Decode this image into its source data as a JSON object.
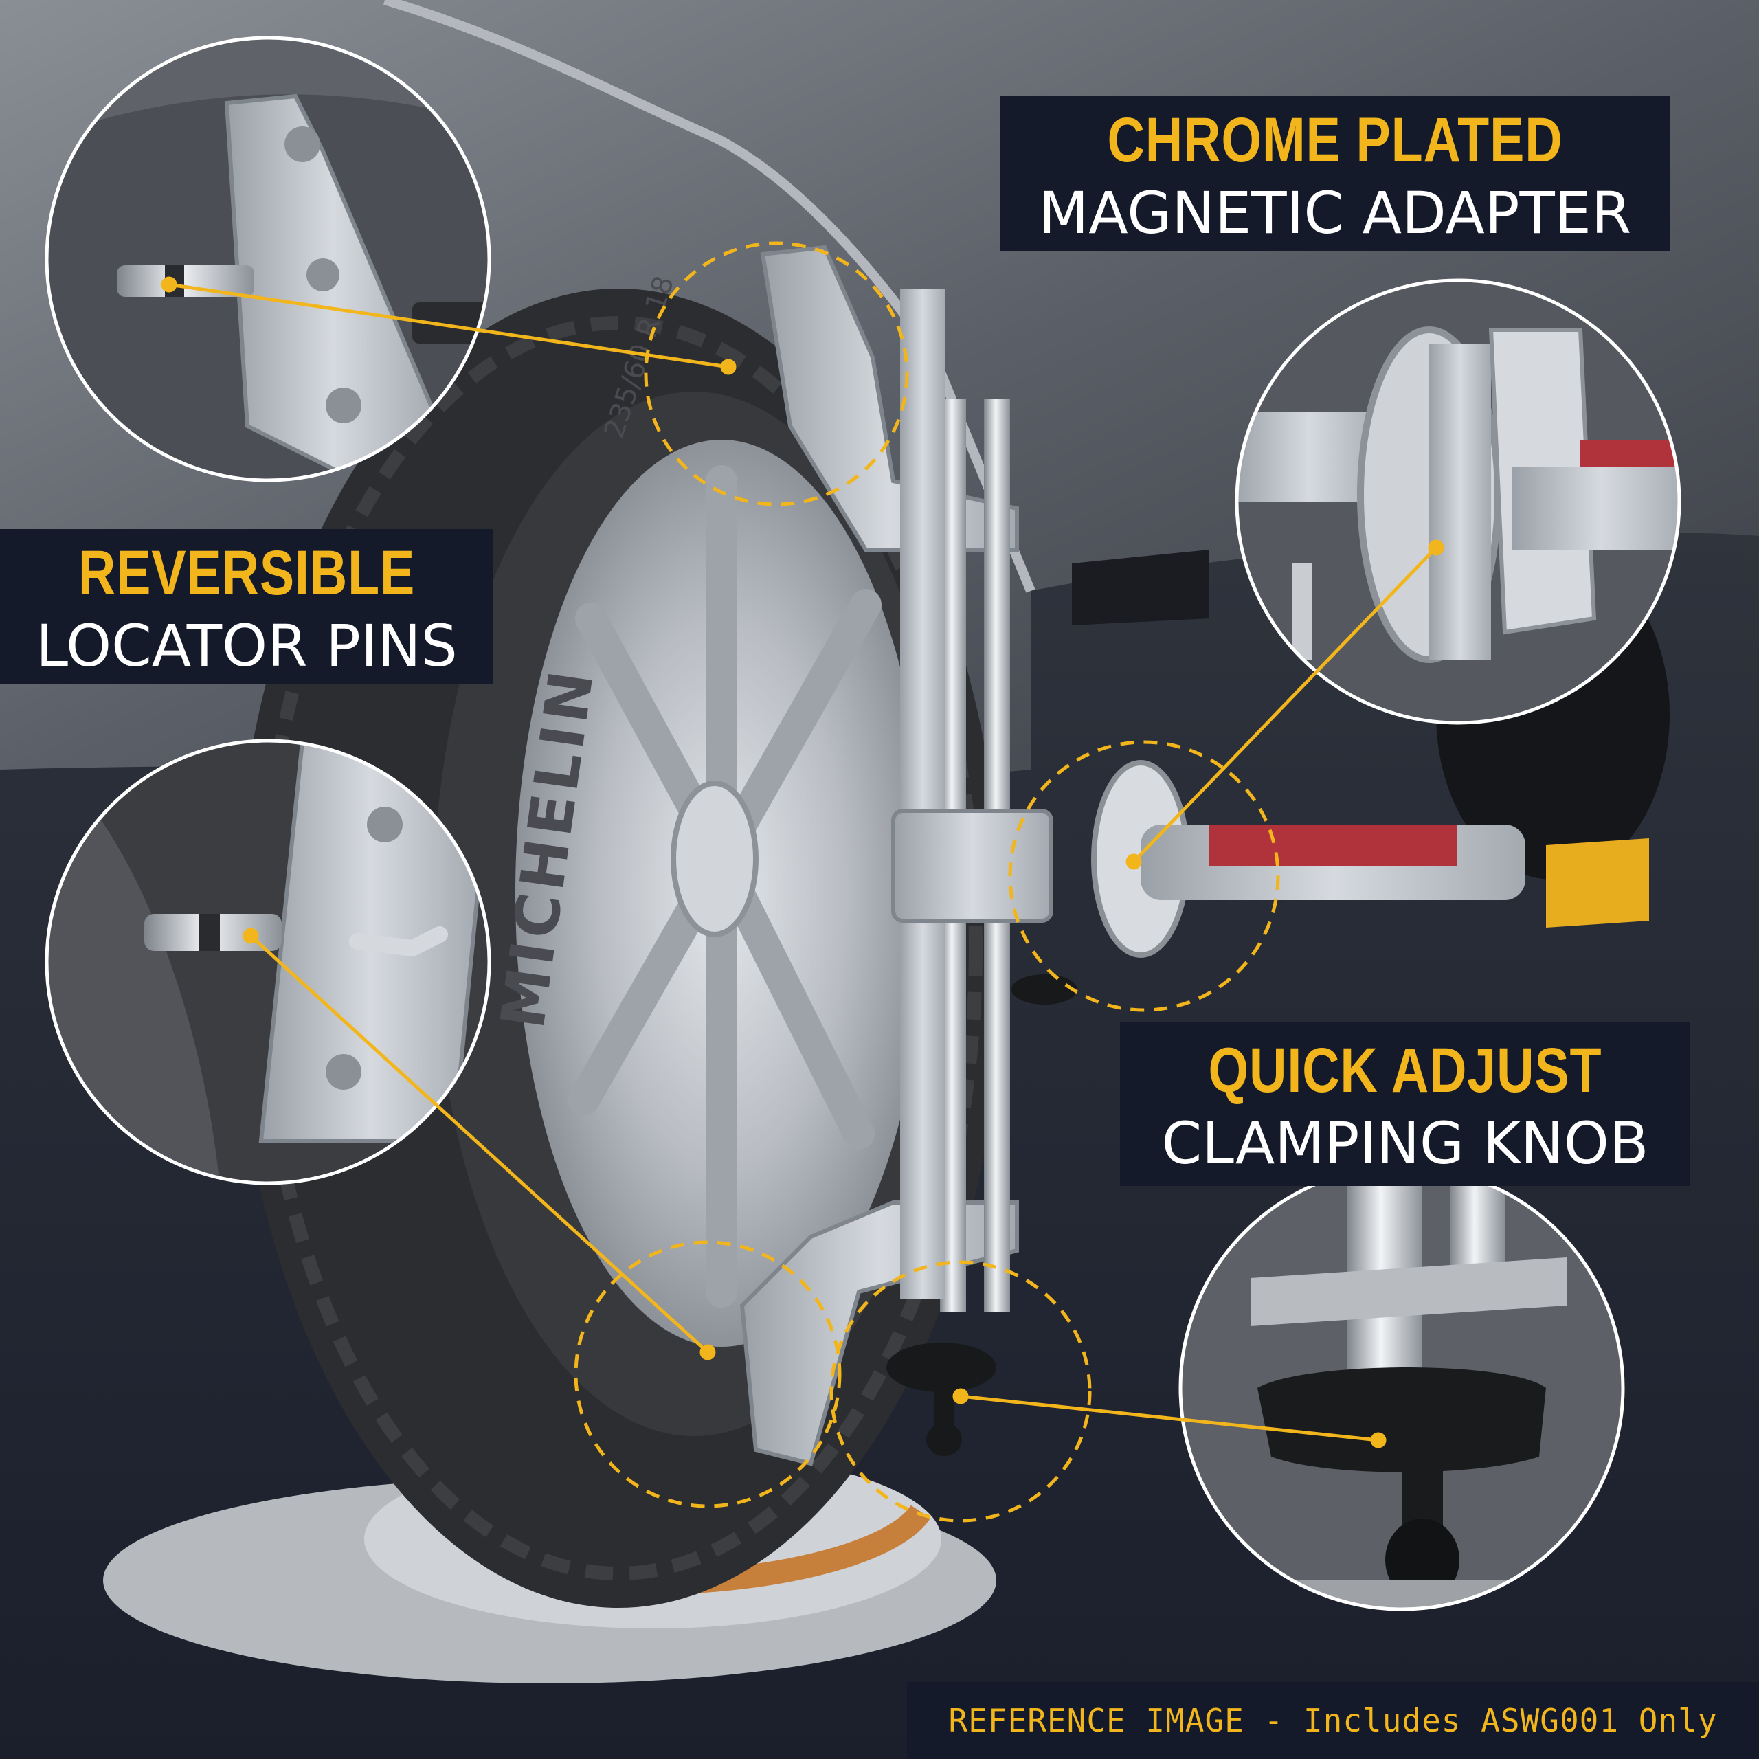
{
  "callouts": {
    "chrome": {
      "highlight": "CHROME PLATED",
      "subtitle": "MAGNETIC ADAPTER"
    },
    "reversible": {
      "highlight": "REVERSIBLE",
      "subtitle": "LOCATOR PINS"
    },
    "quick": {
      "highlight": "QUICK ADJUST",
      "subtitle": "CLAMPING KNOB"
    }
  },
  "footer": {
    "note": "REFERENCE IMAGE - Includes ASWG001 Only"
  },
  "tire_text": {
    "brand": "MICHELIN",
    "size": "235/60 R 18"
  },
  "colors": {
    "accent": "#f2b61c",
    "panel": "#141a2a",
    "background": "#1e2230",
    "aluminum": "#c4c9cf"
  }
}
